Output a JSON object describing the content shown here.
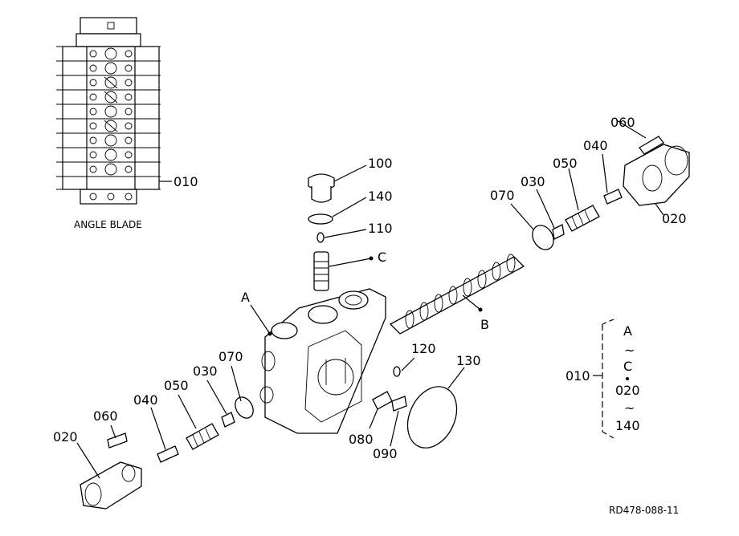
{
  "callouts": {
    "c010_top": "010",
    "angle_blade": "ANGLE BLADE",
    "c100": "100",
    "c140_top": "140",
    "c110": "110",
    "cC": "C",
    "cA": "A",
    "cB": "B",
    "c060_right": "060",
    "c040_right": "040",
    "c050_right": "050",
    "c030_right": "030",
    "c070_right": "070",
    "c020_right": "020",
    "c120": "120",
    "c130": "130",
    "c070_left": "070",
    "c030_left": "030",
    "c050_left": "050",
    "c040_left": "040",
    "c060_left": "060",
    "c020_left": "020",
    "c080": "080",
    "c090": "090",
    "c010_legend": "010",
    "legend_A": "A",
    "legend_tilde1": "~",
    "legend_C": "C",
    "legend_020": "020",
    "legend_tilde2": "~",
    "legend_140": "140",
    "ref_code": "RD478-088-11"
  }
}
